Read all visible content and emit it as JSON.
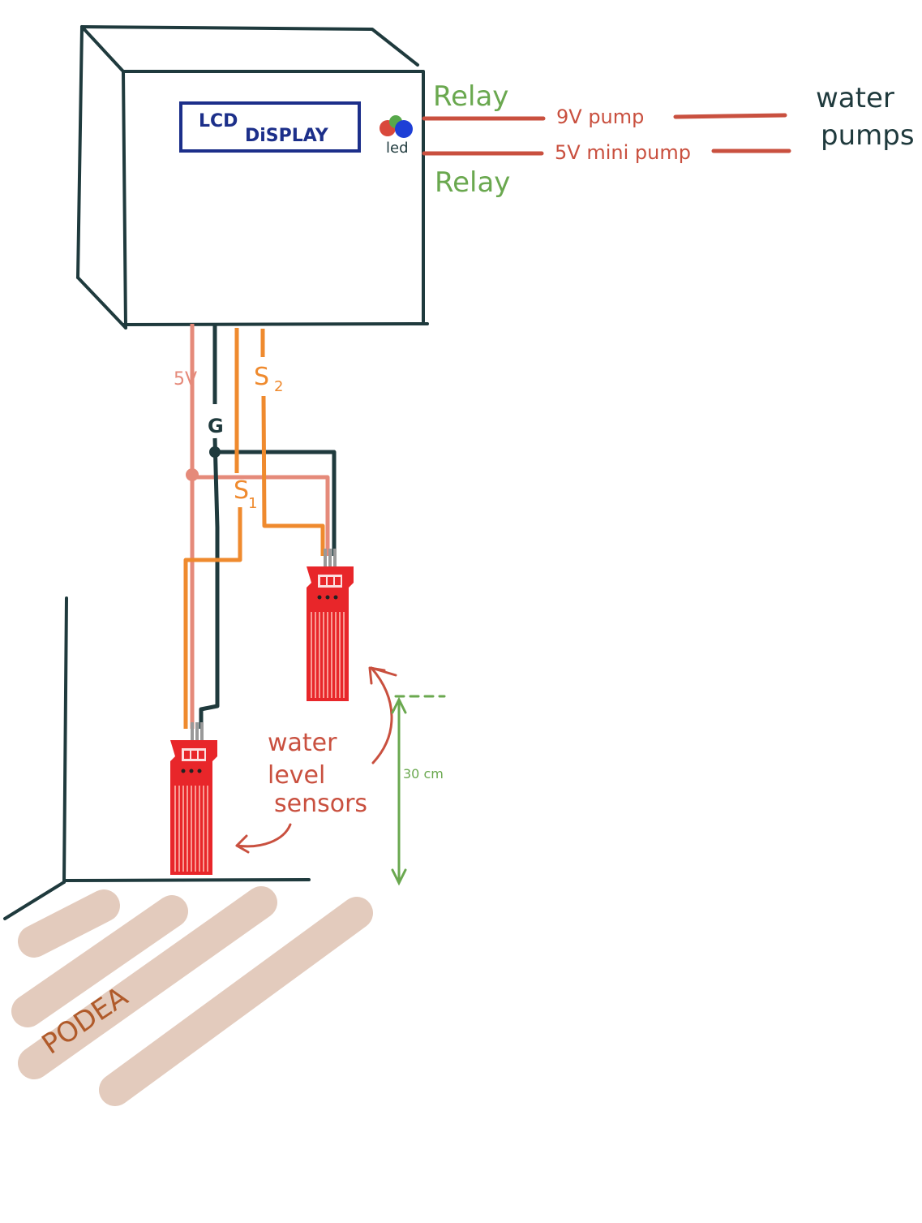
{
  "lcd": {
    "line1": "LCD",
    "line2": "DiSPLAY"
  },
  "led_label": "led",
  "relays": {
    "top": "Relay",
    "bottom": "Relay"
  },
  "pumps": {
    "top": "9V pump",
    "bottom": "5V mini pump"
  },
  "water_pumps": {
    "line1": "water",
    "line2": "pumps"
  },
  "wires": {
    "power": "5V",
    "ground": "G",
    "signal1": "S",
    "signal1_sub": "1",
    "signal2": "S",
    "signal2_sub": "2"
  },
  "sensors_label": {
    "line1": "water",
    "line2": "level",
    "line3": "sensors"
  },
  "distance_label": "30 cm",
  "plant_label": "PODEA",
  "colors": {
    "box": "#1f3a3d",
    "relay_wire": "#c9503f",
    "power_wire": "#e58a7a",
    "ground_wire": "#1f3a3d",
    "signal_wire": "#ef8a2e",
    "sensor": "#e8262a",
    "dimension": "#6aa84f",
    "soil": "#e3cbbd",
    "lcd_frame": "#1c2f8a"
  }
}
